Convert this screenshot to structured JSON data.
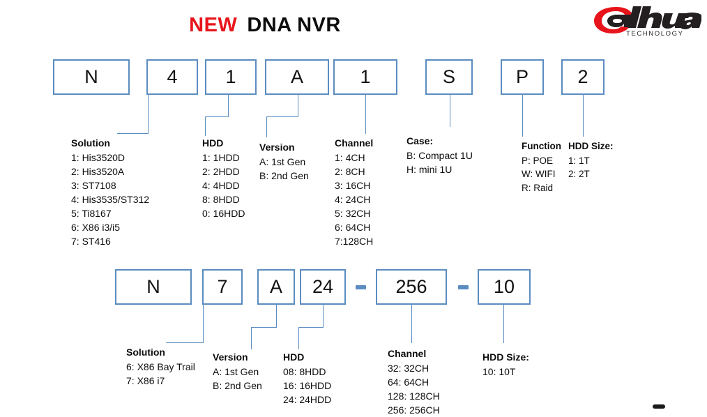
{
  "title": {
    "new_tag": "NEW",
    "main": "DNA NVR"
  },
  "logo": {
    "brand": "alhua",
    "tagline": "TECHNOLOGY",
    "accent_color": "#e8141b",
    "text_color": "#231f20"
  },
  "colors": {
    "box_border": "#5b8cc0",
    "connector": "#5b8cc0",
    "title_red": "#e8141b",
    "text": "#0d0d0d"
  },
  "row1": {
    "boxes": [
      {
        "value": "N"
      },
      {
        "value": "4"
      },
      {
        "value": "1"
      },
      {
        "value": "A"
      },
      {
        "value": "1"
      },
      {
        "value": "S"
      },
      {
        "value": "P"
      },
      {
        "value": "2"
      }
    ],
    "legends": [
      {
        "header": "Solution",
        "items": [
          "1: His3520D",
          "2: His3520A",
          "3: ST7108",
          "4: His3535/ST312",
          "5: Ti8167",
          "6: X86 i3/i5",
          "7: ST416"
        ]
      },
      {
        "header": "HDD",
        "items": [
          "1: 1HDD",
          "2: 2HDD",
          "4: 4HDD",
          "8: 8HDD",
          "0: 16HDD"
        ]
      },
      {
        "header": "Version",
        "items": [
          "A: 1st Gen",
          "B: 2nd Gen"
        ]
      },
      {
        "header": "Channel",
        "items": [
          "1: 4CH",
          "2: 8CH",
          "3: 16CH",
          "4: 24CH",
          "5: 32CH",
          "6: 64CH",
          "7:128CH"
        ]
      },
      {
        "header": "Case:",
        "items": [
          "B: Compact 1U",
          "H: mini 1U"
        ]
      },
      {
        "header": "Function",
        "items": [
          "P: POE",
          "W: WIFI",
          "R: Raid"
        ]
      },
      {
        "header": "HDD Size:",
        "items": [
          "1: 1T",
          "2: 2T"
        ]
      }
    ]
  },
  "row2": {
    "boxes": [
      {
        "value": "N"
      },
      {
        "value": "7"
      },
      {
        "value": "A"
      },
      {
        "value": "24"
      },
      {
        "value": "-"
      },
      {
        "value": "256"
      },
      {
        "value": "-"
      },
      {
        "value": "10"
      }
    ],
    "legends": [
      {
        "header": "Solution",
        "items": [
          "6: X86 Bay Trail",
          "7: X86 i7"
        ]
      },
      {
        "header": "Version",
        "items": [
          "A: 1st Gen",
          "B: 2nd Gen"
        ]
      },
      {
        "header": "HDD",
        "items": [
          "08: 8HDD",
          "16: 16HDD",
          "24: 24HDD"
        ]
      },
      {
        "header": "Channel",
        "items": [
          "32: 32CH",
          "64: 64CH",
          "128: 128CH",
          "256: 256CH"
        ]
      },
      {
        "header": "HDD Size:",
        "items": [
          "10: 10T"
        ]
      }
    ]
  }
}
